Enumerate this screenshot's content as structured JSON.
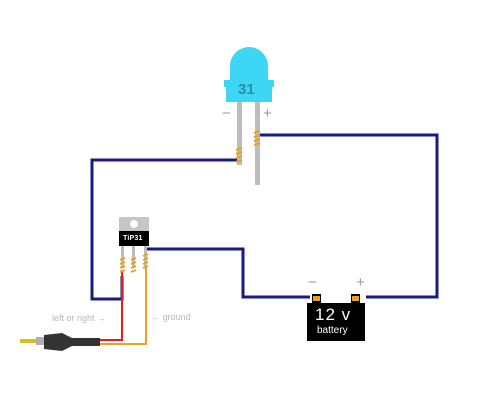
{
  "led": {
    "minus_label": "−",
    "plus_label": "+",
    "marking": "31"
  },
  "transistor": {
    "label": "TiP31"
  },
  "battery": {
    "voltage": "12 v",
    "name": "battery",
    "minus_label": "−",
    "plus_label": "+"
  },
  "audio": {
    "signal_label": "left or right →",
    "ground_label": "← ground"
  },
  "colors": {
    "wire_main": "#1a1a80",
    "wire_signal": "#e02020",
    "wire_ground": "#f0a020",
    "led_body": "#3dd6f5",
    "solder": "#e8a020",
    "jack_tip": "#d4c020"
  }
}
